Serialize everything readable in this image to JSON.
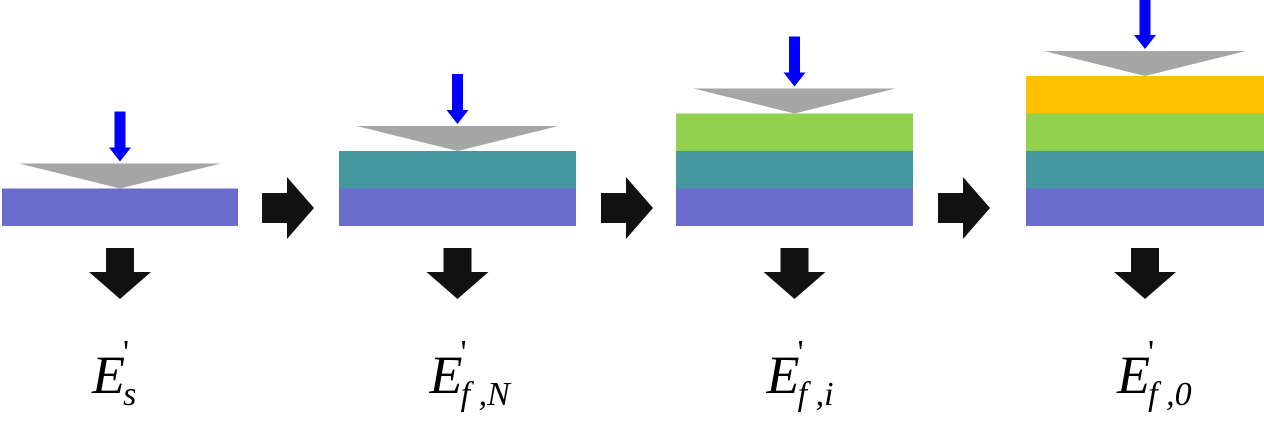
{
  "colors": {
    "substrate": "#6B6BCC",
    "layer_teal": "#45999E",
    "layer_green": "#92D050",
    "layer_orange": "#FFC000",
    "indenter": "#A6A6A6",
    "force_arrow": "#0000FF",
    "flow_arrow": "#111111",
    "background": "#FFFFFF"
  },
  "icons": {
    "indenter": "indenter-triangle-icon",
    "force": "down-arrow-icon",
    "next_step": "right-arrow-icon",
    "result": "down-arrow-icon"
  },
  "stages": [
    {
      "layers": [
        "substrate"
      ],
      "label": {
        "main": "E",
        "prime": "'",
        "sub": "s"
      }
    },
    {
      "layers": [
        "substrate",
        "layer_teal"
      ],
      "label": {
        "main": "E",
        "prime": "'",
        "sub": "f ,N"
      }
    },
    {
      "layers": [
        "substrate",
        "layer_teal",
        "layer_green"
      ],
      "label": {
        "main": "E",
        "prime": "'",
        "sub": "f ,i"
      }
    },
    {
      "layers": [
        "substrate",
        "layer_teal",
        "layer_green",
        "layer_orange"
      ],
      "label": {
        "main": "E",
        "prime": "'",
        "sub": "f ,0"
      }
    }
  ]
}
